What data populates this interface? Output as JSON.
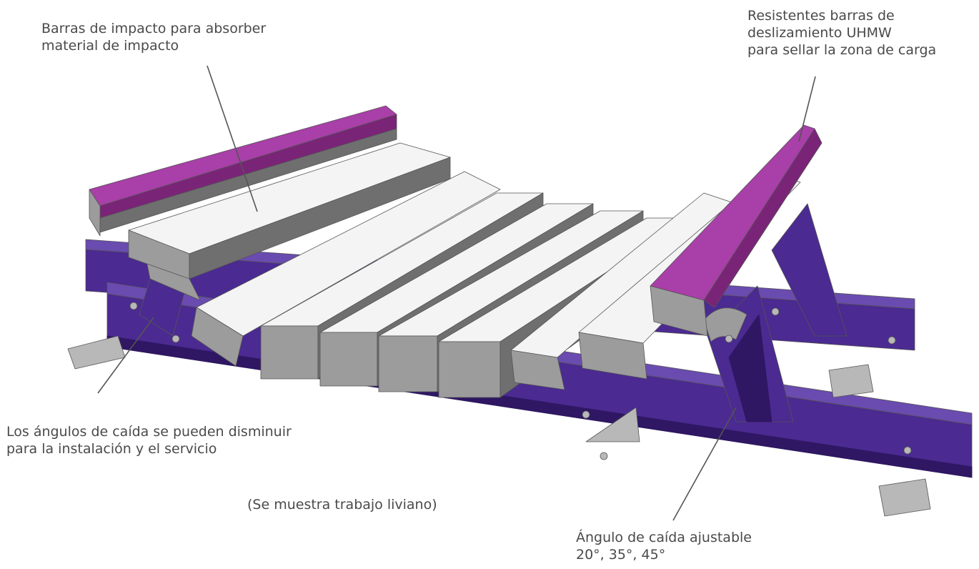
{
  "colors": {
    "frame": "#4b2a91",
    "frame_dark": "#2f1763",
    "frame_light": "#6a4bb0",
    "uhmw": "#a93fa8",
    "uhmw_dark": "#7a2478",
    "impact_bar": "#f4f4f4",
    "rubber": "#9c9c9c",
    "rubber_dark": "#6f6f6f",
    "plate": "#b8b8b8",
    "text": "#4a4a4a",
    "leader": "#555555"
  },
  "labels": {
    "impact_bars": [
      "Barras de impacto para absorber",
      "material de impacto"
    ],
    "slider_bars": [
      "Resistentes barras de",
      "deslizamiento UHMW",
      "para sellar la zona de carga"
    ],
    "drop_angles": [
      "Los ángulos de caída se pueden disminuir",
      "para la instalación y el servicio"
    ],
    "caption": "(Se muestra trabajo liviano)",
    "adjustable_angle": [
      "Ángulo de caída ajustable",
      "20°, 35°, 45°"
    ]
  }
}
